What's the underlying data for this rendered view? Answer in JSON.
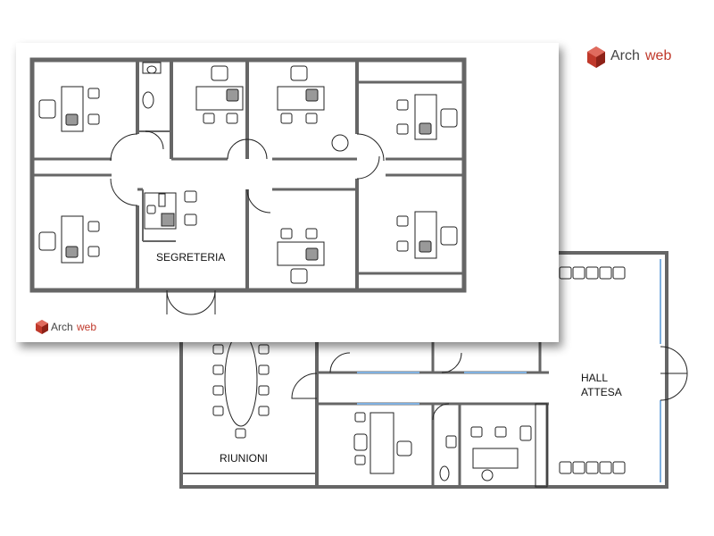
{
  "brand": {
    "name_part1": "Arch",
    "name_part2": "web",
    "accent_color": "#c0392b",
    "icon": "archweb-logo-icon"
  },
  "rooms": {
    "segreteria": "SEGRETERIA",
    "riunioni": "RIUNIONI",
    "hall_line1": "HALL",
    "hall_line2": "ATTESA"
  },
  "colors": {
    "wall": "#666666",
    "glass": "#7fb0e0",
    "line": "#222222"
  }
}
